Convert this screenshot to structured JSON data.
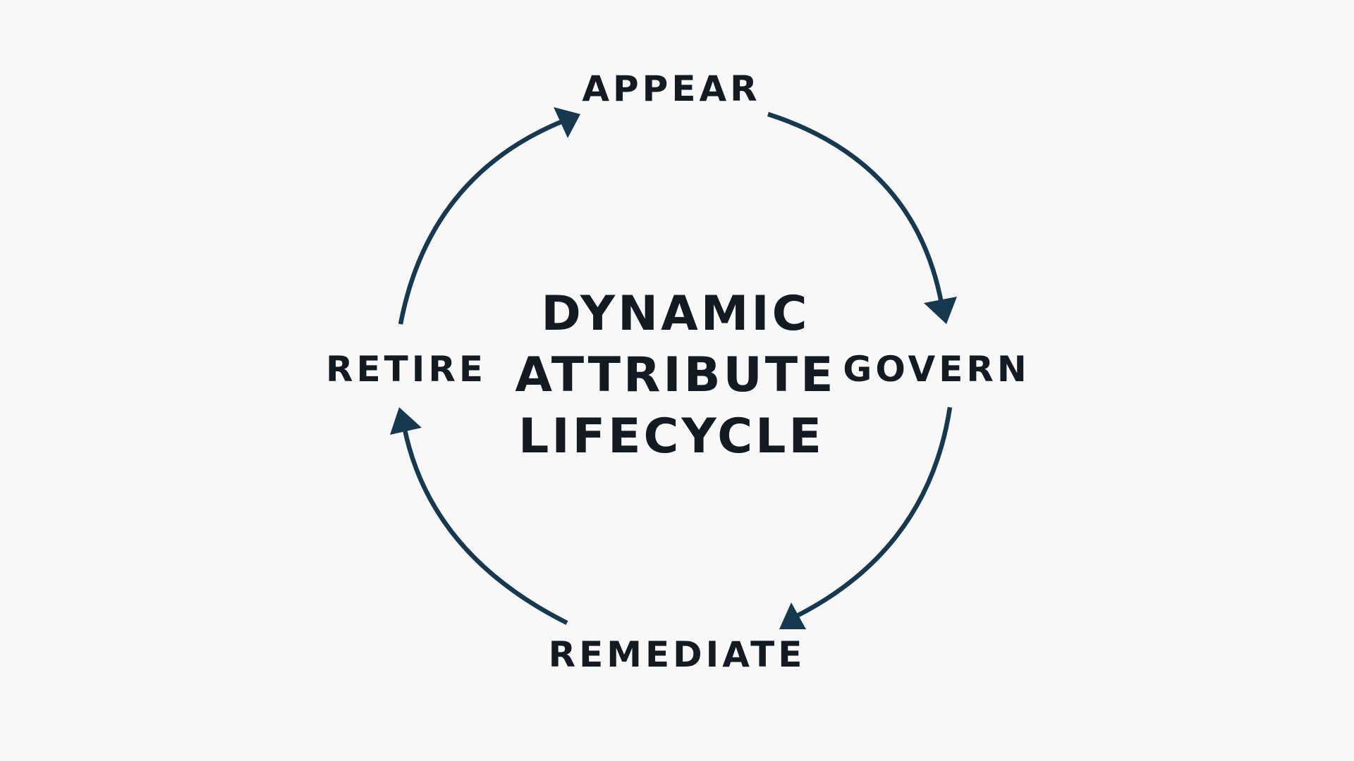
{
  "diagram": {
    "title_lines": [
      "DYNAMIC",
      "ATTRIBUTE",
      "LIFECYCLE"
    ],
    "stages": {
      "top": "APPEAR",
      "right": "GOVERN",
      "bottom": "REMEDIATE",
      "left": "RETIRE"
    },
    "colors": {
      "background": "#f8f8f8",
      "arrow": "#17394f",
      "text": "#141a22"
    }
  }
}
